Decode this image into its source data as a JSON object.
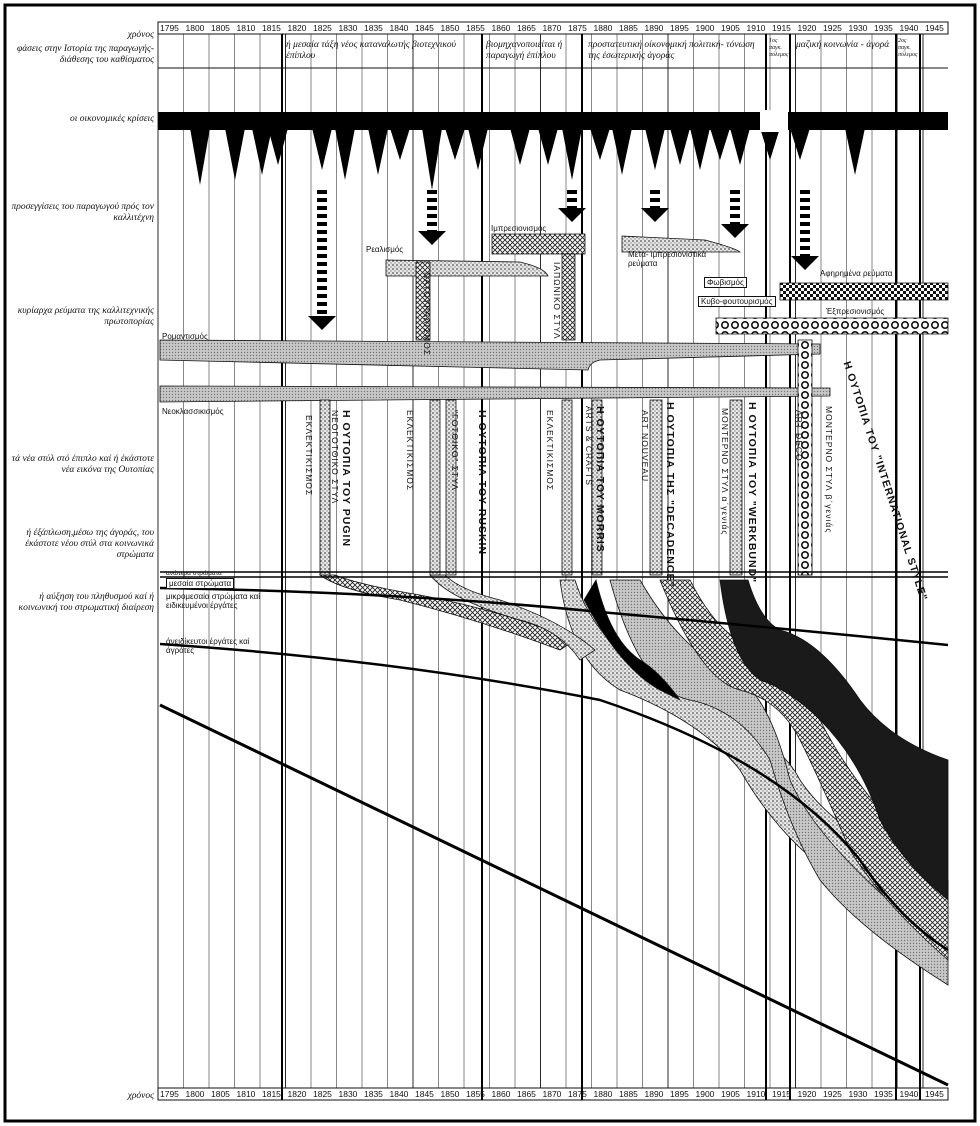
{
  "axis_label_top": "χρόνος",
  "axis_label_bottom": "χρόνος",
  "years": [
    "1795",
    "1800",
    "1805",
    "1810",
    "1815",
    "1820",
    "1825",
    "1830",
    "1835",
    "1840",
    "1845",
    "1850",
    "1855",
    "1860",
    "1865",
    "1870",
    "1875",
    "1880",
    "1885",
    "1890",
    "1895",
    "1900",
    "1905",
    "1910",
    "1915",
    "1920",
    "1925",
    "1930",
    "1935",
    "1940",
    "1945"
  ],
  "row_labels": {
    "phases": "φάσεις στην Ιστορία της παραγωγής-διάθεσης του καθίσματος",
    "crises": "οι οικονομικές κρίσεις",
    "approaches": "προσεγγίσεις του παραγωγού πρός τον καλλιτέχνη",
    "currents": "κυρίαρχα ρεύματα της καλλιτεχνικής πρωτοπορίας",
    "new_styles": "τά νέα στύλ στό έπιπλο καί ή έκάστοτε νέα εικόνα της Ουτοπίας",
    "spread": "ή έξάπλωση,μέσω της άγοράς, του έκάστοτε νέου στύλ στα κοινωνικά στρώματα",
    "population": "ή αύξηση του πληθυσμού καί ή κοινωνική του στρωματική διαίρεση"
  },
  "phases": [
    "ή μεσαία τάξη νέος καταναλωτής βιοτεχνικού έπίπλου",
    "βιομηχανοποιείται ή παραγωγή έπίπλου",
    "προστατευτική οίκονομική πολιτική- τόνωση της έσωτερικής άγοράς",
    "1ος παγκ. πόλεμος",
    "μαζική κοινωνία - άγορά",
    "2ος παγκ. πόλεμος"
  ],
  "currents": {
    "realism": "Ρεαλισμός",
    "impressionism": "Ιμπρεσιονισμός",
    "post_impressionism": "Μετα- ιμπρεσιονιστικά ρεύματα",
    "fauvism": "Φωβισμός",
    "cubo_futurism": "Κυβο-φουτουρισμός",
    "abstract": "Αφηρημένα ρεύματα",
    "expressionism": "Έξπρεσιονισμός",
    "romanticism": "Ρομαντισμός",
    "neoclassicism": "Νεοκλασσικισμός"
  },
  "vertical_labels": {
    "naturalism": "ΝΑΤΟΥΡΑΛΙΣΜΟΣ",
    "japonism": "ΙΑΠΩΝΙΚΟ ΣΤΥΛ",
    "eclecticism1": "ΕΚΛΕΚΤΙΚΙΣΜΟΣ",
    "pugin": "Η ΟΥΤΟΠΙΑ ΤΟΥ PUGIN",
    "neogothic": "ΝΕΟΓΟΤΘΙΚΟ ΣΤΥΛ",
    "eclecticism2": "ΕΚΛΕΚΤΙΚΙΣΜΟΣ",
    "gothic": "\"ΓΟΤΘΙΚΟ\" ΣΤΥΛ",
    "ruskin": "Η ΟΥΤΟΠΙΑ ΤΟΥ RUSKIN",
    "eclecticism3": "ΕΚΛΕΚΤΙΚΙΣΜΟΣ",
    "morris": "Η ΟΥΤΟΠΙΑ ΤΟΥ MORRIS",
    "arts_crafts": "ARTS & CRAFTS",
    "art_nouveau": "ART NOUVEAU",
    "decadence": "Η ΟΥΤΟΠΙΑ ΤΗΣ \"DECADENCE\"",
    "modern_1": "ΜΟΝΤΕΡΝΟ ΣΤΥΛ α΄γενιάς",
    "werkbund": "Η ΟΥΤΟΠΙΑ ΤΟΥ \"WERKBUND\"",
    "art_deco": "ART DECO",
    "modern_2": "ΜΟΝΤΕΡΝΟ ΣΤΥΛ β΄γενιάς",
    "international": "Η ΟΥΤΟΠΙΑ ΤΟΥ \"INTERNATIONAL STYLE\""
  },
  "strata": {
    "upper": "ανώτερα στρώματα",
    "middle": "μεσαία στρώματα",
    "petty": "μικρομεσαία στρώματα καί ειδικευμένοι έργάτες",
    "unskilled": "άνειδίκευτοι έργάτες καί άγρότες"
  }
}
